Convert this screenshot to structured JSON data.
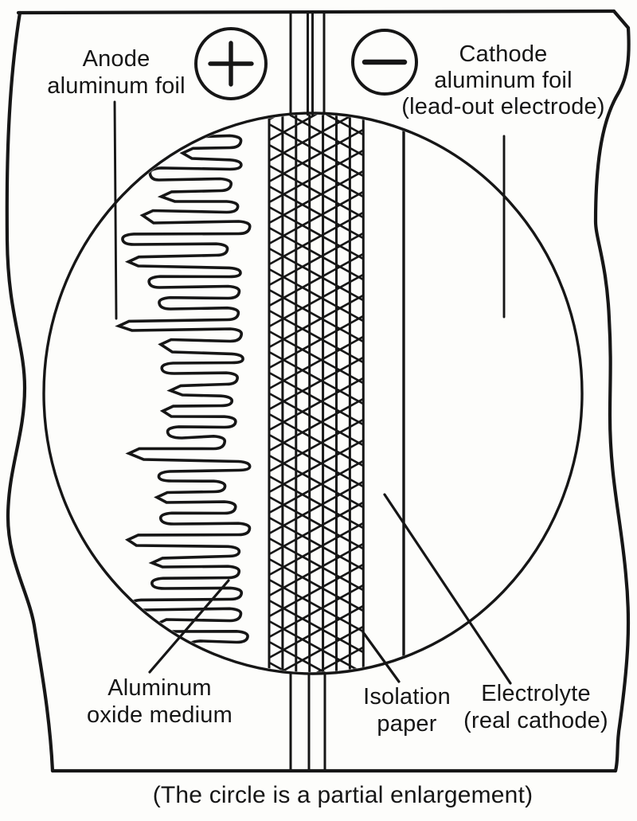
{
  "figure": {
    "caption": "(The circle is a partial enlargement)",
    "labels": {
      "anode": {
        "lines": [
          "Anode",
          "aluminum foil"
        ]
      },
      "cathode": {
        "lines": [
          "Cathode",
          "aluminum foil",
          "(lead-out electrode)"
        ]
      },
      "aluminum_oxide": {
        "lines": [
          "Aluminum",
          "oxide medium"
        ]
      },
      "isolation_paper": {
        "lines": [
          "Isolation",
          "paper"
        ]
      },
      "electrolyte": {
        "lines": [
          "Electrolyte",
          "(real cathode)"
        ]
      }
    },
    "terminals": {
      "anode_symbol": "+",
      "cathode_symbol": "−"
    },
    "colors": {
      "ink": "#161616",
      "paper": "#fdfdfb"
    }
  }
}
